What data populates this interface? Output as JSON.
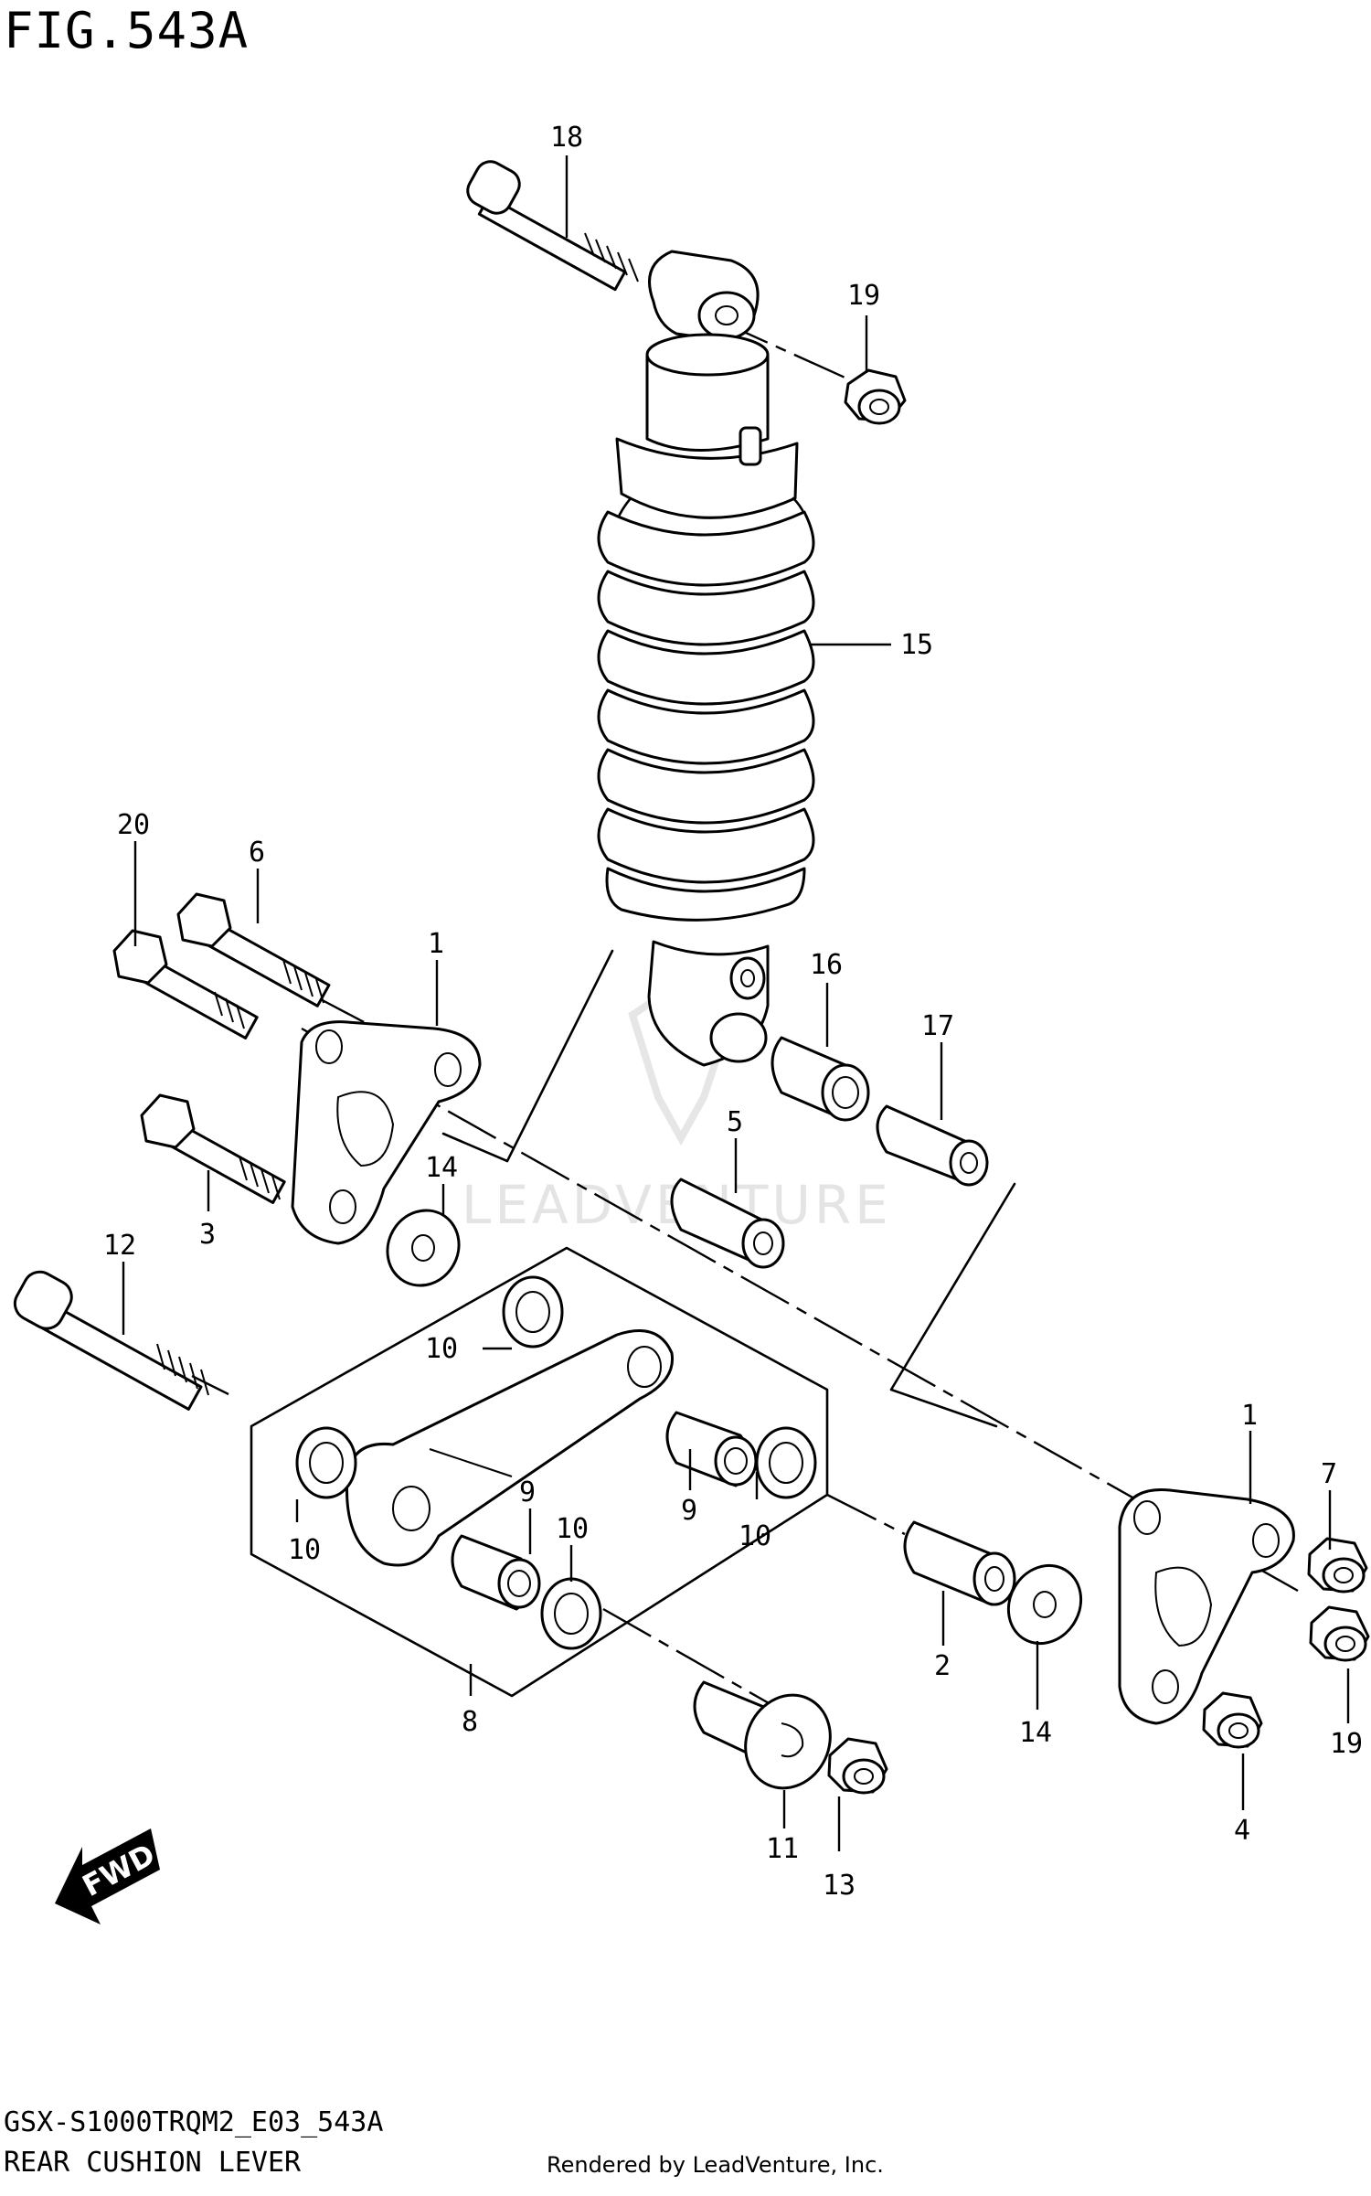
{
  "figure": {
    "title": "FIG.543A",
    "model_code": "GSX-S1000TRQM2_E03_543A",
    "name": "REAR CUSHION LEVER",
    "credit": "Rendered by LeadVenture, Inc.",
    "watermark": "LEADVENTURE",
    "fwd_label": "FWD"
  },
  "callouts": {
    "c1a": "1",
    "c1b": "1",
    "c2": "2",
    "c3": "3",
    "c4": "4",
    "c5": "5",
    "c6": "6",
    "c7": "7",
    "c8": "8",
    "c9a": "9",
    "c9b": "9",
    "c10a": "10",
    "c10b": "10",
    "c10c": "10",
    "c10d": "10",
    "c11": "11",
    "c12": "12",
    "c13": "13",
    "c14a": "14",
    "c14b": "14",
    "c15": "15",
    "c16": "16",
    "c17": "17",
    "c18": "18",
    "c19a": "19",
    "c19b": "19",
    "c20": "20"
  },
  "colors": {
    "line": "#000000",
    "background": "#ffffff",
    "watermark": "#e4e4e4"
  }
}
